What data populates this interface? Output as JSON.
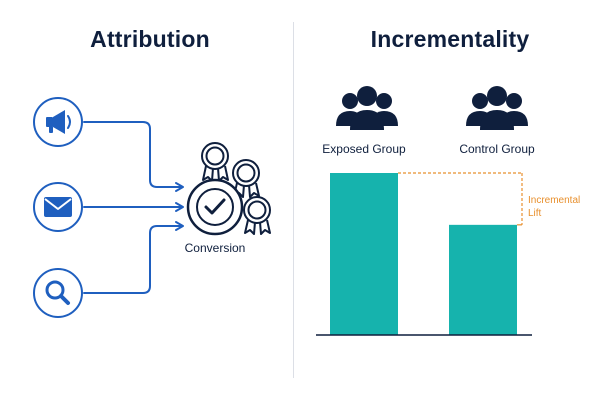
{
  "attribution": {
    "title": "Attribution",
    "channels": [
      {
        "icon": "megaphone-icon"
      },
      {
        "icon": "email-icon"
      },
      {
        "icon": "search-icon"
      }
    ],
    "conversion_label": "Conversion"
  },
  "incrementality": {
    "title": "Incrementality",
    "groups": [
      {
        "label": "Exposed Group",
        "icon": "people-group-icon"
      },
      {
        "label": "Control Group",
        "icon": "people-group-icon"
      }
    ],
    "lift_label_line1": "Incremental",
    "lift_label_line2": "Lift"
  },
  "colors": {
    "navy": "#0f1f3d",
    "blue": "#1f5fbf",
    "teal": "#16b3ad",
    "orange": "#e8902e"
  },
  "chart_data": {
    "type": "bar",
    "categories": [
      "Exposed Group",
      "Control Group"
    ],
    "values": [
      100,
      68
    ],
    "annotation": "Incremental Lift"
  }
}
